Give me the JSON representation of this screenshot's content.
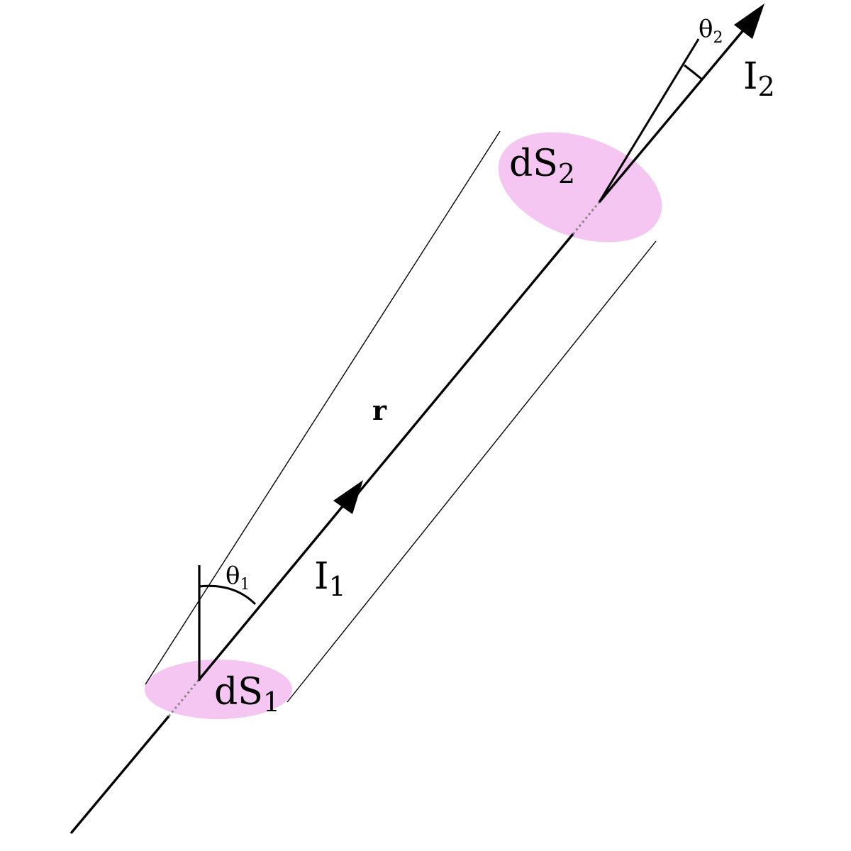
{
  "colors": {
    "background": "#ffffff",
    "ink": "#000000",
    "surface_fill": "#f5c6f2"
  },
  "labels": {
    "dS1": {
      "main": "dS",
      "sub": "1"
    },
    "dS2": {
      "main": "dS",
      "sub": "2"
    },
    "I1": {
      "main": "I",
      "sub": "1"
    },
    "I2": {
      "main": "I",
      "sub": "2"
    },
    "theta1": {
      "main": "θ",
      "sub": "1"
    },
    "theta2": {
      "main": "θ",
      "sub": "2"
    },
    "r": "r"
  }
}
